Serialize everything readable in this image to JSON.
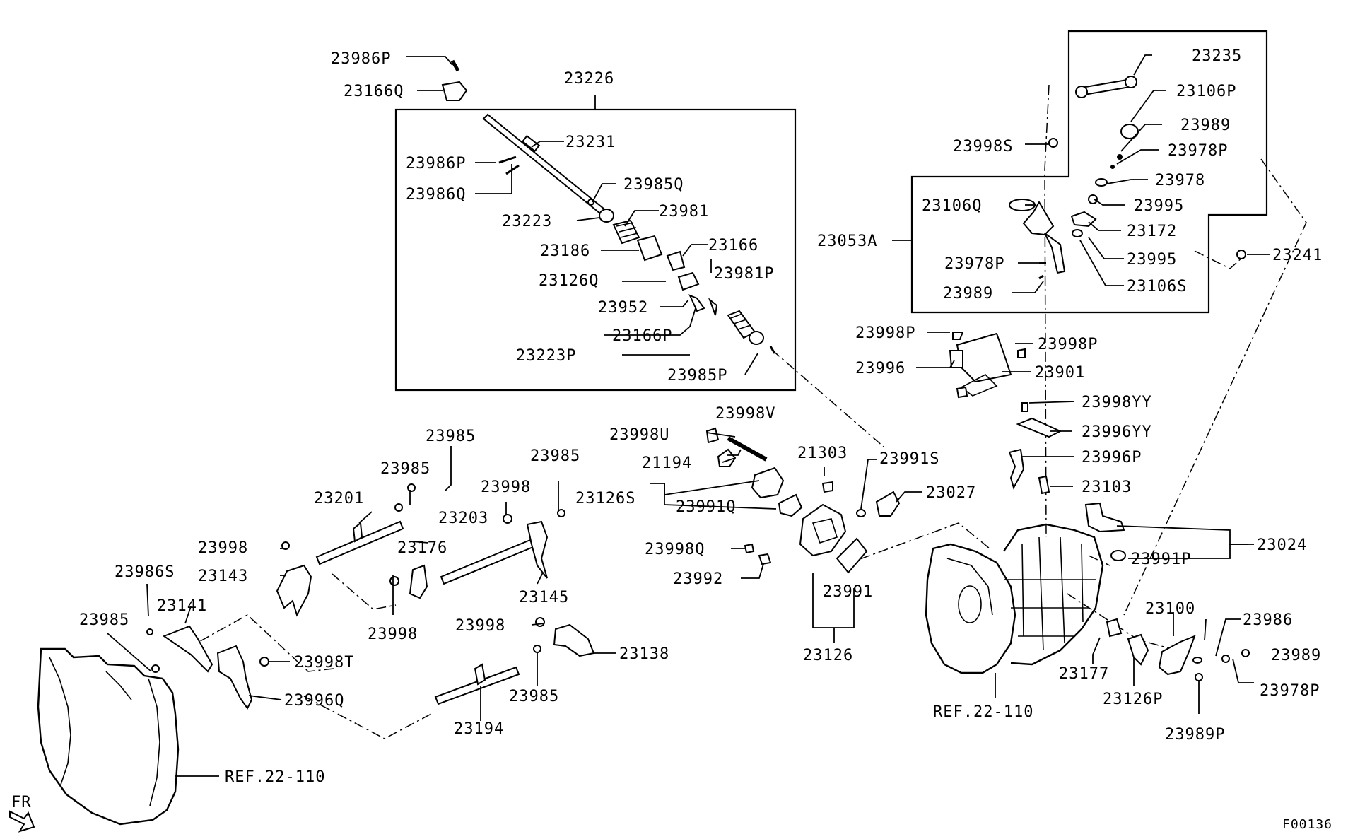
{
  "diagram": {
    "sheet_code": "F00136",
    "front_marker": "FR",
    "case_reference_left": "REF.22-110",
    "case_reference_right": "REF.22-110",
    "part_labels": {
      "p23986P_top": "23986P",
      "p23166Q_top": "23166Q",
      "p23226": "23226",
      "p23231": "23231",
      "p23986P_box": "23986P",
      "p23986Q": "23986Q",
      "p23985Q": "23985Q",
      "p23223": "23223",
      "p23981": "23981",
      "p23186": "23186",
      "p23166": "23166",
      "p23126Q": "23126Q",
      "p23981P": "23981P",
      "p23952": "23952",
      "p23166P": "23166P",
      "p23223P": "23223P",
      "p23985P": "23985P",
      "p23235": "23235",
      "p23106P": "23106P",
      "p23989_top": "23989",
      "p23978P_top": "23978P",
      "p23978": "23978",
      "p23995_a": "23995",
      "p23172": "23172",
      "p23995_b": "23995",
      "p23106S": "23106S",
      "p23998S": "23998S",
      "p23106Q": "23106Q",
      "p23053A": "23053A",
      "p23978P_mid": "23978P",
      "p23989_mid": "23989",
      "p23241": "23241",
      "p23998P_a": "23998P",
      "p23998P_b": "23998P",
      "p23996": "23996",
      "p23901": "23901",
      "p23998YY": "23998YY",
      "p23996YY": "23996YY",
      "p23996P": "23996P",
      "p23103": "23103",
      "p23024": "23024",
      "p23991P": "23991P",
      "p23998V": "23998V",
      "p23998U": "23998U",
      "p21194": "21194",
      "p21303": "21303",
      "p23991S": "23991S",
      "p23126S": "23126S",
      "p23991Q": "23991Q",
      "p23027": "23027",
      "p23998Q": "23998Q",
      "p23992": "23992",
      "p23991": "23991",
      "p23126": "23126",
      "p23985_a": "23985",
      "p23985_b": "23985",
      "p23985_c": "23985",
      "p23201": "23201",
      "p23998_a": "23998",
      "p23203": "23203",
      "p23998_b": "23998",
      "p23176": "23176",
      "p23143": "23143",
      "p23145": "23145",
      "p23986S": "23986S",
      "p23141": "23141",
      "p23998_c": "23998",
      "p23985_d": "23985",
      "p23998T": "23998T",
      "p23998_d": "23998",
      "p23138": "23138",
      "p23996Q": "23996Q",
      "p23985_e": "23985",
      "p23194": "23194",
      "p23100": "23100",
      "p23986": "23986",
      "p23989_right": "23989",
      "p23177": "23177",
      "p23978P_right": "23978P",
      "p23126P": "23126P",
      "p23989P": "23989P"
    }
  }
}
